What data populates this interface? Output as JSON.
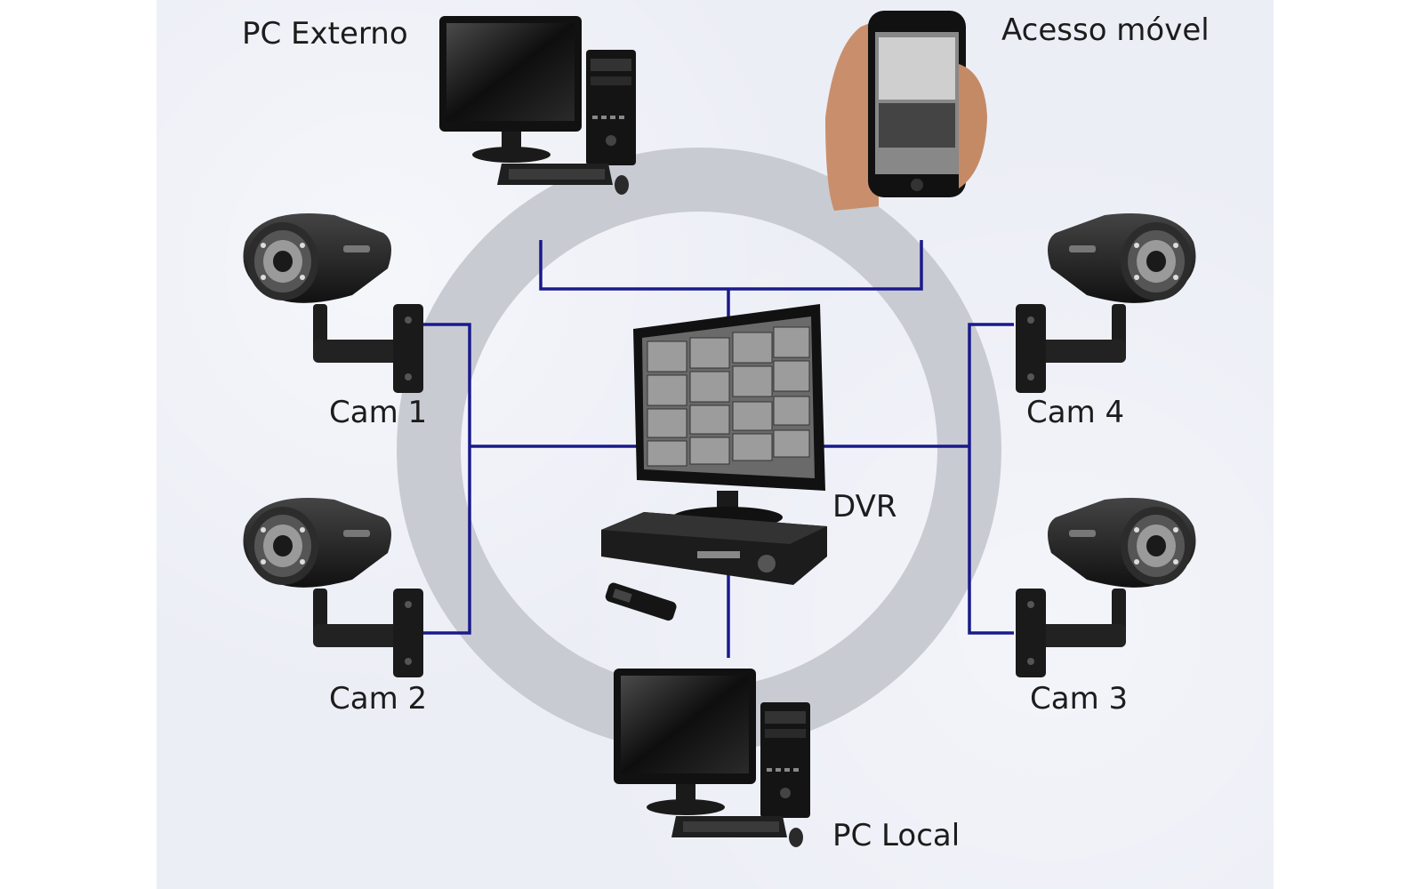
{
  "labels": {
    "pc_externo": "PC Externo",
    "acesso_movel": "Acesso móvel",
    "cam1": "Cam 1",
    "cam2": "Cam 2",
    "cam3": "Cam 3",
    "cam4": "Cam 4",
    "dvr": "DVR",
    "pc_local": "PC Local"
  },
  "colors": {
    "line": "#1a1a8c",
    "ring": "#c9cbd2",
    "background": "#eceef6",
    "device_dark": "#1b1b1b"
  },
  "icons": [
    "camera-icon",
    "monitor-icon",
    "pc-tower-icon",
    "smartphone-icon",
    "dvr-recorder-icon",
    "remote-control-icon"
  ]
}
